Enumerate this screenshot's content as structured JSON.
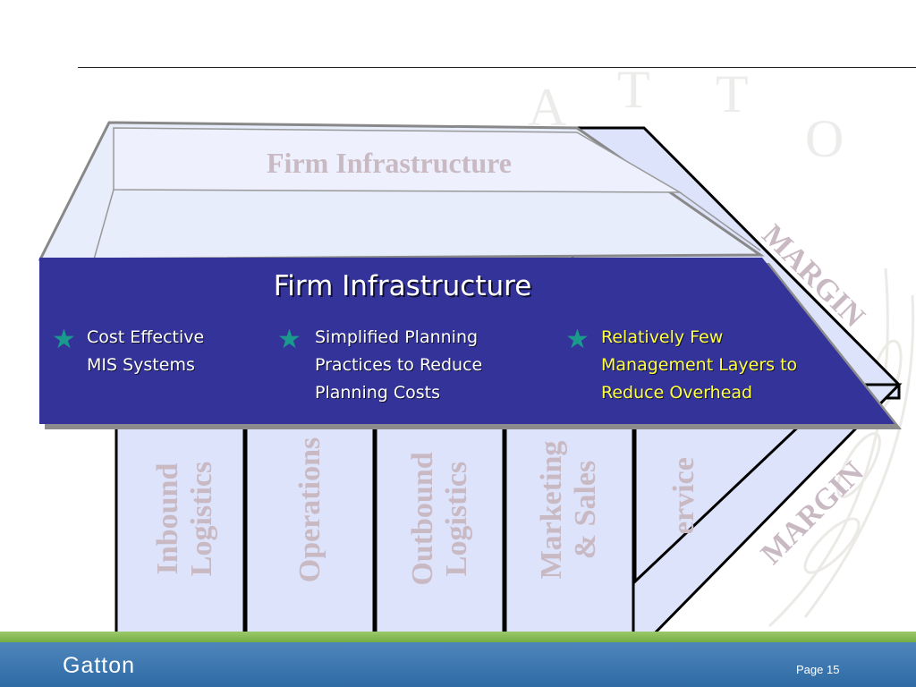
{
  "diagram": {
    "back_title": "Firm Infrastructure",
    "banner": {
      "title": "Firm Infrastructure",
      "bullets": [
        {
          "lines": [
            "Cost Effective",
            "MIS Systems"
          ],
          "color": "#ffffff"
        },
        {
          "lines": [
            "Simplified  Planning",
            "Practices to Reduce",
            "Planning Costs"
          ],
          "color": "#ffffff"
        },
        {
          "lines": [
            "Relatively Few",
            "Management Layers to",
            "Reduce Overhead"
          ],
          "color": "#ffff44"
        }
      ]
    },
    "activities": [
      {
        "lines": [
          "Inbound",
          "Logistics"
        ]
      },
      {
        "lines": [
          "Operations"
        ]
      },
      {
        "lines": [
          "Outbound",
          "Logistics"
        ]
      },
      {
        "lines": [
          "Marketing",
          "& Sales"
        ]
      },
      {
        "lines": [
          "Service"
        ]
      }
    ],
    "margin_upper": "MARGIN",
    "margin_lower": "MARGIN"
  },
  "footer": {
    "brand": "Gatton",
    "page": "Page 15"
  },
  "colors": {
    "banner": "#33339a",
    "panel": "#dde3fb",
    "label": "#c9b9c3",
    "footer_blue": "#3a76ae",
    "footer_green": "#7fb24c"
  }
}
